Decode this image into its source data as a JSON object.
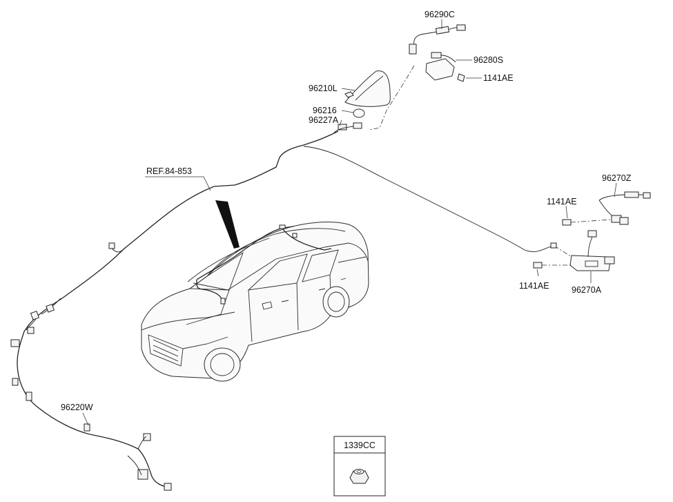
{
  "labels": {
    "p96290C": "96290C",
    "p96280S": "96280S",
    "p1141AE_top": "1141AE",
    "p96210L": "96210L",
    "p96216": "96216",
    "p96227A": "96227A",
    "ref": "REF.84-853",
    "p96270Z": "96270Z",
    "p1141AE_right_top": "1141AE",
    "p1141AE_right_bottom": "1141AE",
    "p96270A": "96270A",
    "p96220W": "96220W"
  },
  "callout": {
    "part_no": "1339CC"
  }
}
